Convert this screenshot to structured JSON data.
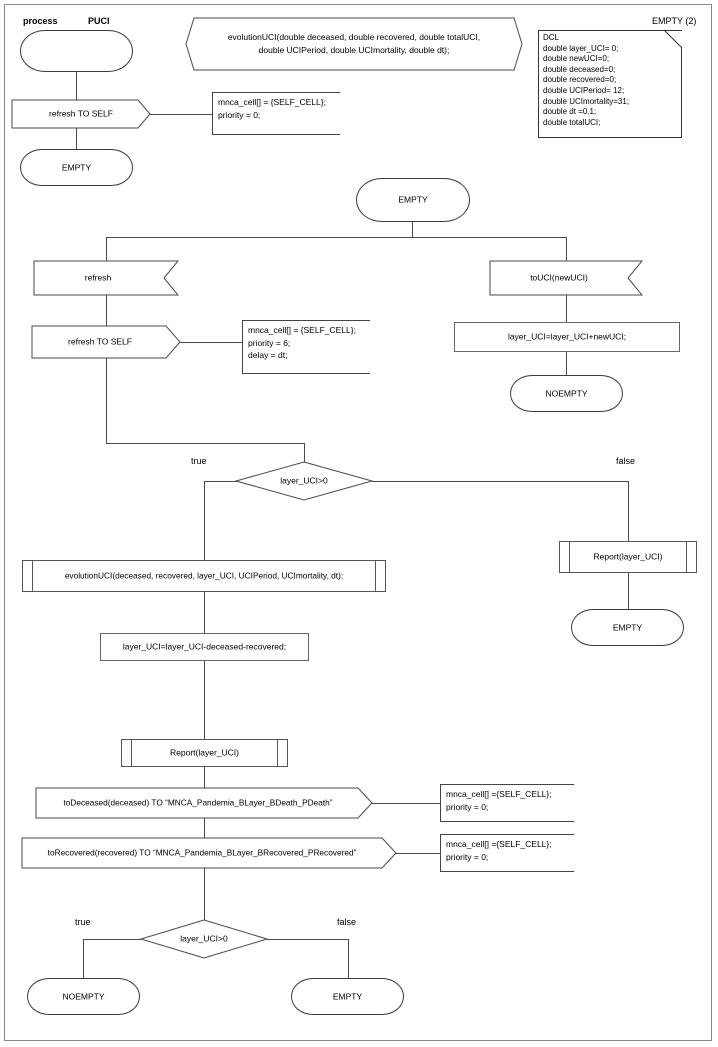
{
  "diagram": {
    "type": "sdl-process-flowchart",
    "header": {
      "keyword": "process",
      "name": "PUCI",
      "page_label": "EMPTY (2)"
    },
    "procedure_signature": "evolutionUCI(double deceased, double recovered, double totalUCI,\ndouble UCIPeriod, double UCImortality, double dt);",
    "declaration": {
      "title": "DCL",
      "text": "DCL\ndouble layer_UCI= 0;\ndouble newUCI=0;\ndouble deceased=0;\ndouble recovered=0;\ndouble UCIPeriod= 12;\ndouble UCImortality=31;\ndouble dt =0.1;\ndouble totalUCI;"
    },
    "nodes": {
      "start_state": "",
      "start_input": "refresh TO SELF",
      "start_comment": "mnca_cell[] = {SELF_CELL};\npriority = 0;",
      "start_next_state": "EMPTY",
      "state_empty_main": "EMPTY",
      "input_refresh": "refresh",
      "input_refresh_to_self": "refresh TO SELF",
      "refresh_comment": "mnca_cell[] = {SELF_CELL};\npriority = 6;\ndelay = dt;",
      "input_touci": "toUCI(newUCI)",
      "task_layer_add": "layer_UCI=layer_UCI+newUCI;",
      "state_noempty_right": "NOEMPTY",
      "decision_top": "layer_UCI>0",
      "decision_top_true": "true",
      "decision_top_false": "false",
      "proc_evolution": "evolutionUCI(deceased, recovered, layer_UCI, UCIPeriod, UCImortality, dt);",
      "task_layer_sub": "layer_UCI=layer_UCI-deceased-recovered;",
      "proc_report_left": "Report(layer_UCI)",
      "proc_report_right": "Report(layer_UCI)",
      "state_empty_right": "EMPTY",
      "output_deceased": "toDeceased(deceased) TO “MNCA_Pandemia_BLayer_BDeath_PDeath”",
      "output_deceased_comment": "mnca_cell[] ={SELF_CELL};\npriority = 0;",
      "output_recovered": "toRecovered(recovered) TO “MNCA_Pandemia_BLayer_BRecovered_PRecovered”",
      "output_recovered_comment": "mnca_cell[] ={SELF_CELL};\npriority = 0;",
      "decision_bottom": "layer_UCI>0",
      "decision_bottom_true": "true",
      "decision_bottom_false": "false",
      "state_noempty_bottom": "NOEMPTY",
      "state_empty_bottom": "EMPTY"
    },
    "colors": {
      "background": "#ffffff",
      "stroke": "#4a4a4a",
      "text": "#000000",
      "frame": "#888888"
    }
  }
}
